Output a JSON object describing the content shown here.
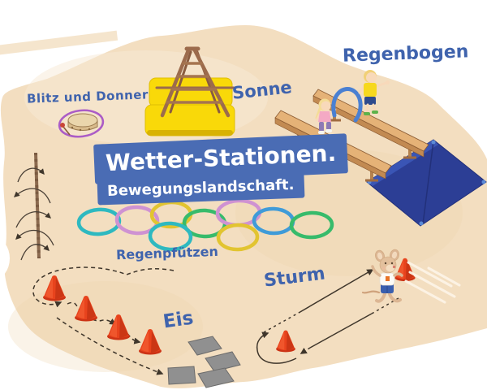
{
  "banner": {
    "title": "Wetter-Stationen.",
    "subtitle": "Bewegungslandschaft."
  },
  "stations": {
    "blitz_und_donner": {
      "label": "Blitz und Donner",
      "props": [
        "tambourine",
        "purple-gym-hoop"
      ]
    },
    "sonne": {
      "label": "Sonne",
      "props": [
        "wooden-a-frame-ladder",
        "two-yellow-gym-mats"
      ]
    },
    "regenbogen": {
      "label": "Regenbogen",
      "props": [
        "two-wooden-benches",
        "girl-figure",
        "boy-figure",
        "blue-hoop",
        "blue-gym-mat"
      ]
    },
    "regenpfuetzen": {
      "label": "Regenpfützen",
      "props": [
        "nine-colored-gym-hoops"
      ]
    },
    "eis": {
      "label": "Eis",
      "props": [
        "four-red-cones",
        "dashed-slalom-path",
        "four-gray-carpet-tiles"
      ]
    },
    "sturm": {
      "label": "Sturm",
      "props": [
        "two-orange-cones",
        "shuttle-run-arrows",
        "running-mouse-character"
      ]
    },
    "seil": {
      "props": [
        "climbing-rope",
        "five-jump-over-arrows"
      ]
    }
  },
  "colors": {
    "wash": "#f3dec0",
    "banner_bg": "#4a6cb4",
    "label_text": "#3f63ad",
    "yellow_mat": "#f9d909",
    "blue_mat": "#2c3e95",
    "bench_wood": "#e5b277",
    "gray_mat": "#909090",
    "cone": "#e8431d",
    "purple_ring": "#ab5cc6",
    "hoops": [
      "#2eb9c0",
      "#cf92d2",
      "#e2c430",
      "#37bb6b",
      "#cf92d2",
      "#3f9bd8",
      "#37bb6b",
      "#2eb9c0",
      "#e2c430"
    ]
  }
}
